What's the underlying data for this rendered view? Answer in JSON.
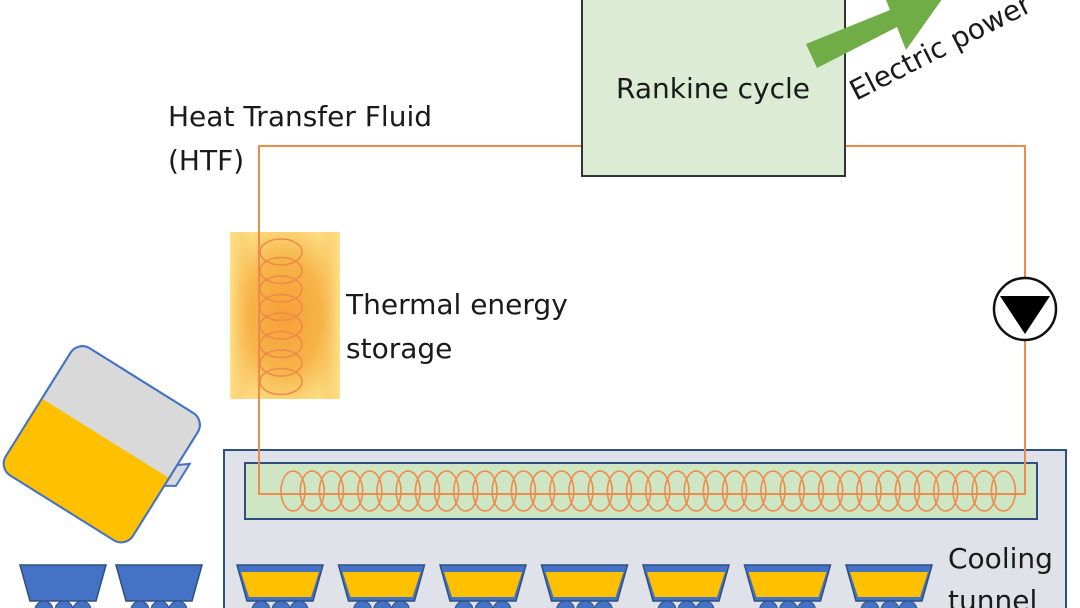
{
  "labels": {
    "rankine": "Rankine cycle",
    "electric_power": "Electric power",
    "htf_line1": "Heat Transfer Fluid",
    "htf_line2": "(HTF)",
    "tes_line1": "Thermal energy",
    "tes_line2": "storage",
    "cooling_line1": "Cooling",
    "cooling_line2": "tunnel"
  },
  "colors": {
    "pipe": "#ee8a4a",
    "rankine_fill": "#dcebd3",
    "arrow_green": "#70ad47",
    "molten": "#ffc000",
    "ladle_body": "#d9d9d9",
    "cart_blue": "#4472c4",
    "tunnel_fill": "#dfe2e8",
    "exchanger_fill": "#cfe6c4",
    "outline": "#2f4f7f"
  },
  "icons": {
    "pump": "pump-icon",
    "ladle": "ladle-icon",
    "arrow": "power-arrow-icon"
  }
}
